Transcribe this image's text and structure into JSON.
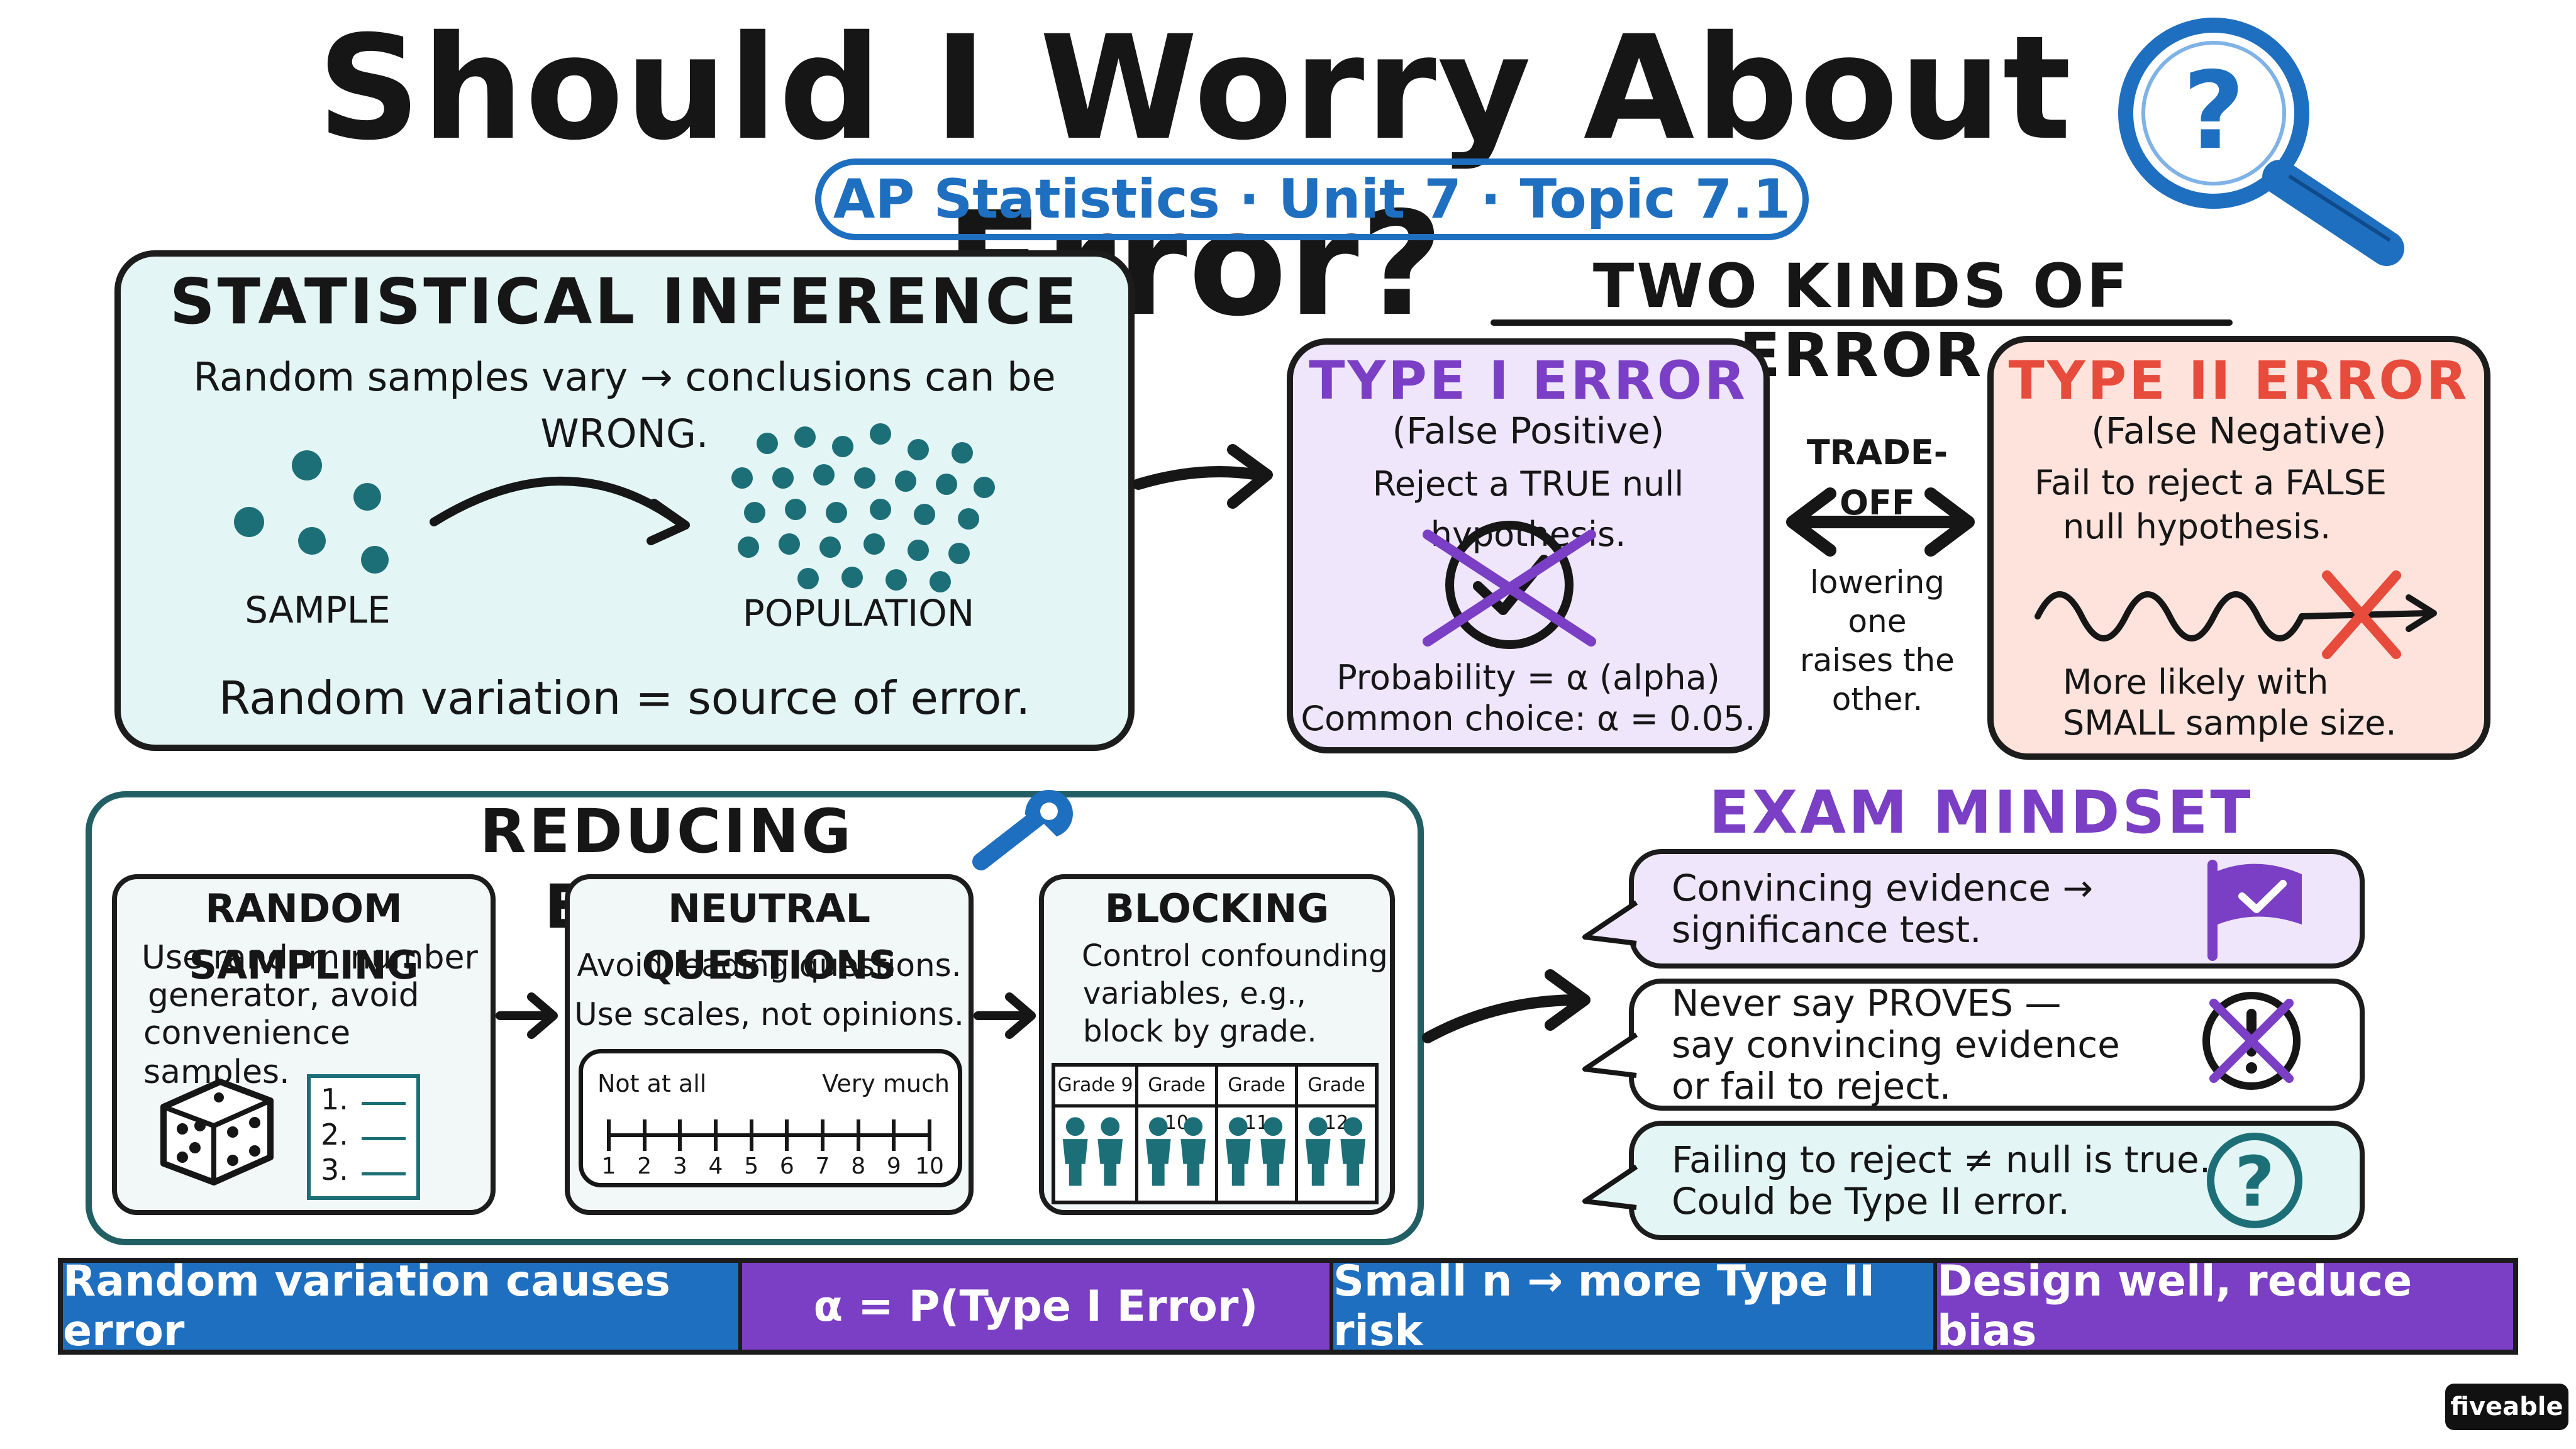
{
  "header": {
    "title": "Should I Worry About Error?",
    "subtitle": "AP Statistics · Unit 7 · Topic 7.1"
  },
  "inference": {
    "heading": "STATISTICAL INFERENCE",
    "line": "Random samples vary → conclusions can be WRONG.",
    "sample_label": "SAMPLE",
    "population_label": "POPULATION",
    "footer": "Random variation = source of error."
  },
  "two_kinds": {
    "heading": "TWO KINDS OF ERROR",
    "type1": {
      "title": "TYPE I ERROR",
      "sub": "(False Positive)",
      "desc": "Reject a TRUE null hypothesis.",
      "prob": "Probability = α (alpha)",
      "choice": "Common choice: α = 0.05."
    },
    "tradeoff": {
      "label": "TRADE-OFF",
      "l1": "lowering",
      "l2": "one",
      "l3": "raises the",
      "l4": "other."
    },
    "type2": {
      "title": "TYPE II ERROR",
      "sub": "(False Negative)",
      "desc1": "Fail to reject a FALSE",
      "desc2": "null hypothesis.",
      "note1": "More likely with",
      "note2": "SMALL sample size."
    }
  },
  "reducing": {
    "heading": "REDUCING ERROR",
    "random": {
      "title": "RANDOM SAMPLING",
      "l1": "Use random number",
      "l2": "generator, avoid",
      "l3": "convenience samples.",
      "list": [
        "1.",
        "2.",
        "3."
      ]
    },
    "neutral": {
      "title": "NEUTRAL QUESTIONS",
      "l1": "Avoid leading questions.",
      "l2": "Use scales, not opinions.",
      "scale_left": "Not at all",
      "scale_right": "Very much",
      "ticks": [
        "1",
        "2",
        "3",
        "4",
        "5",
        "6",
        "7",
        "8",
        "9",
        "10"
      ]
    },
    "blocking": {
      "title": "BLOCKING",
      "l1": "Control confounding",
      "l2": "variables, e.g.,",
      "l3": "block by grade.",
      "grades": [
        "Grade 9",
        "Grade 10",
        "Grade 11",
        "Grade 12"
      ]
    }
  },
  "exam": {
    "heading": "EXAM MINDSET",
    "b1": {
      "l1": "Convincing evidence →",
      "l2": "significance test."
    },
    "b2": {
      "l1": "Never say PROVES —",
      "l2": "say convincing evidence",
      "l3": "or fail to reject."
    },
    "b3": {
      "l1": "Failing to reject ≠ null is true.",
      "l2": "Could be Type II error."
    }
  },
  "banner": [
    "Random variation causes error",
    "α = P(Type I Error)",
    "Small n → more Type II risk",
    "Design well, reduce bias"
  ],
  "brand": "fiveable",
  "colors": {
    "blue": "#1f6fc0",
    "teal": "#1d6f77",
    "purple": "#7a3fc4",
    "red": "#e64b3c",
    "lavender": "#efe6fb",
    "salmon": "#fde3dc"
  }
}
